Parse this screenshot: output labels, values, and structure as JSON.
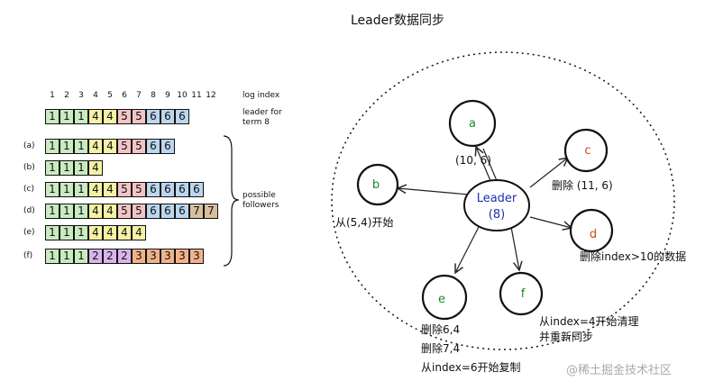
{
  "title": "Leader数据同步",
  "log": {
    "indices": [
      "1",
      "2",
      "3",
      "4",
      "5",
      "6",
      "7",
      "8",
      "9",
      "10",
      "11",
      "12"
    ],
    "log_index_label": "log index",
    "leader_label_line1": "leader for",
    "leader_label_line2": "term 8",
    "followers_label_line1": "possible",
    "followers_label_line2": "followers",
    "term_colors": {
      "1": "#c9ebc1",
      "2": "#d9b4ec",
      "3": "#f0b28a",
      "4": "#f6f1a4",
      "5": "#f4c4c4",
      "6": "#bcd6ef",
      "7": "#d7c0a0"
    },
    "leader": {
      "label": "",
      "entries": [
        "1",
        "1",
        "1",
        "4",
        "4",
        "5",
        "5",
        "6",
        "6",
        "6"
      ]
    },
    "rows": [
      {
        "label": "(a)",
        "entries": [
          "1",
          "1",
          "1",
          "4",
          "4",
          "5",
          "5",
          "6",
          "6"
        ]
      },
      {
        "label": "(b)",
        "entries": [
          "1",
          "1",
          "1",
          "4"
        ]
      },
      {
        "label": "(c)",
        "entries": [
          "1",
          "1",
          "1",
          "4",
          "4",
          "5",
          "5",
          "6",
          "6",
          "6",
          "6"
        ]
      },
      {
        "label": "(d)",
        "entries": [
          "1",
          "1",
          "1",
          "4",
          "4",
          "5",
          "5",
          "6",
          "6",
          "6",
          "7",
          "7"
        ]
      },
      {
        "label": "(e)",
        "entries": [
          "1",
          "1",
          "1",
          "4",
          "4",
          "4",
          "4"
        ]
      },
      {
        "label": "(f)",
        "entries": [
          "1",
          "1",
          "1",
          "2",
          "2",
          "2",
          "3",
          "3",
          "3",
          "3",
          "3"
        ]
      }
    ]
  },
  "graph": {
    "colors": {
      "green": "#1a8a2a",
      "orange": "#d04a10",
      "blue": "#2030b0"
    },
    "leader_node": {
      "line1": "Leader",
      "line2": "(8)"
    },
    "nodes": {
      "a": "a",
      "b": "b",
      "c": "c",
      "d": "d",
      "e": "e",
      "f": "f"
    },
    "notes": {
      "a": "(10,  6)",
      "c": "删除 (11,  6)",
      "b": "从(5,4)开始",
      "d": "删除index>10的数据",
      "f_line1": "从index=4开始清理",
      "f_line2": "并重新同步",
      "e_line1": "删除6,4",
      "e_line2": "删除7,4",
      "e_line3": "从index=6开始复制"
    }
  },
  "watermark": "@稀土掘金技术社区"
}
